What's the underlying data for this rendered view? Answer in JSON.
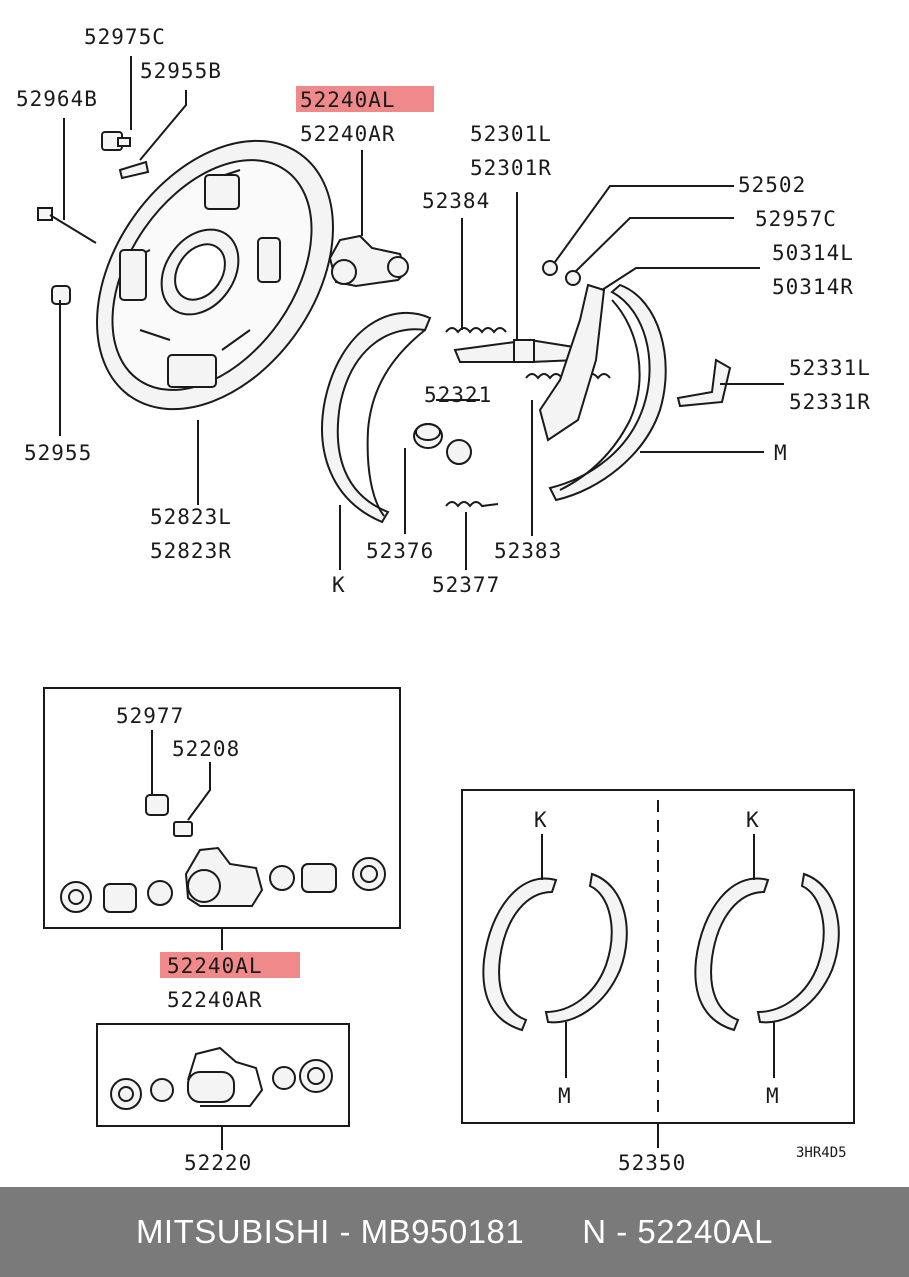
{
  "labels": {
    "p52975C": "52975C",
    "p52955B": "52955B",
    "p52964B": "52964B",
    "p52240AL_top": "52240AL",
    "p52240AR_top": "52240AR",
    "p52301L": "52301L",
    "p52301R": "52301R",
    "p52502": "52502",
    "p52957C": "52957C",
    "p52384": "52384",
    "p50314L": "50314L",
    "p50314R": "50314R",
    "p52331L": "52331L",
    "p52331R": "52331R",
    "p52321": "52321",
    "p52955": "52955",
    "pM_top": "M",
    "p52823L": "52823L",
    "p52823R": "52823R",
    "p52376": "52376",
    "p52383": "52383",
    "pK_top": "K",
    "p52377": "52377",
    "p52977": "52977",
    "p52208": "52208",
    "p52240AL_mid": "52240AL",
    "p52240AR_mid": "52240AR",
    "p52220": "52220",
    "pK_left": "K",
    "pK_right": "K",
    "pM_left": "M",
    "pM_right": "M",
    "p52350": "52350",
    "code": "3HR4D5"
  },
  "highlight_color": "#f08a8a",
  "footer": {
    "brand_part": "MITSUBISHI - MB950181",
    "ref": "N - 52240AL"
  }
}
